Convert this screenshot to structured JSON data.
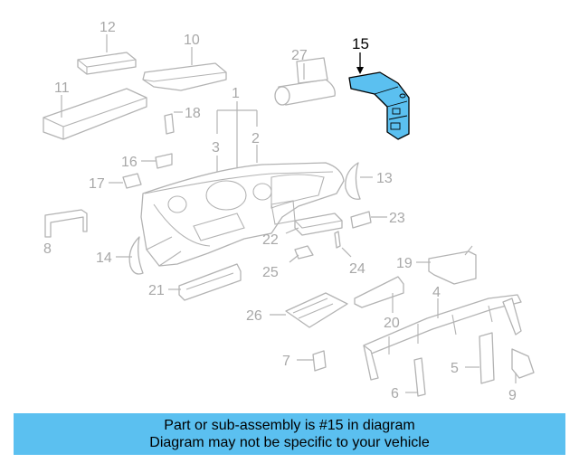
{
  "colors": {
    "highlight_fill": "#5bc0f0",
    "highlight_stroke": "#000000",
    "part_stroke": "#b3b3b3",
    "label_color": "#a8a8a8",
    "banner_bg": "#5bc0f0"
  },
  "highlighted_part": "15",
  "callouts": {
    "c1": "1",
    "c2": "2",
    "c3": "3",
    "c4": "4",
    "c5": "5",
    "c6": "6",
    "c7": "7",
    "c8": "8",
    "c9": "9",
    "c10": "10",
    "c11": "11",
    "c12": "12",
    "c13": "13",
    "c14": "14",
    "c15": "15",
    "c16": "16",
    "c17": "17",
    "c18": "18",
    "c19": "19",
    "c20": "20",
    "c21": "21",
    "c22": "22",
    "c23": "23",
    "c24": "24",
    "c25": "25",
    "c26": "26",
    "c27": "27"
  },
  "banner": {
    "line1": "Part or sub-assembly is #15 in diagram",
    "line2": "Diagram may not be specific to your vehicle"
  }
}
